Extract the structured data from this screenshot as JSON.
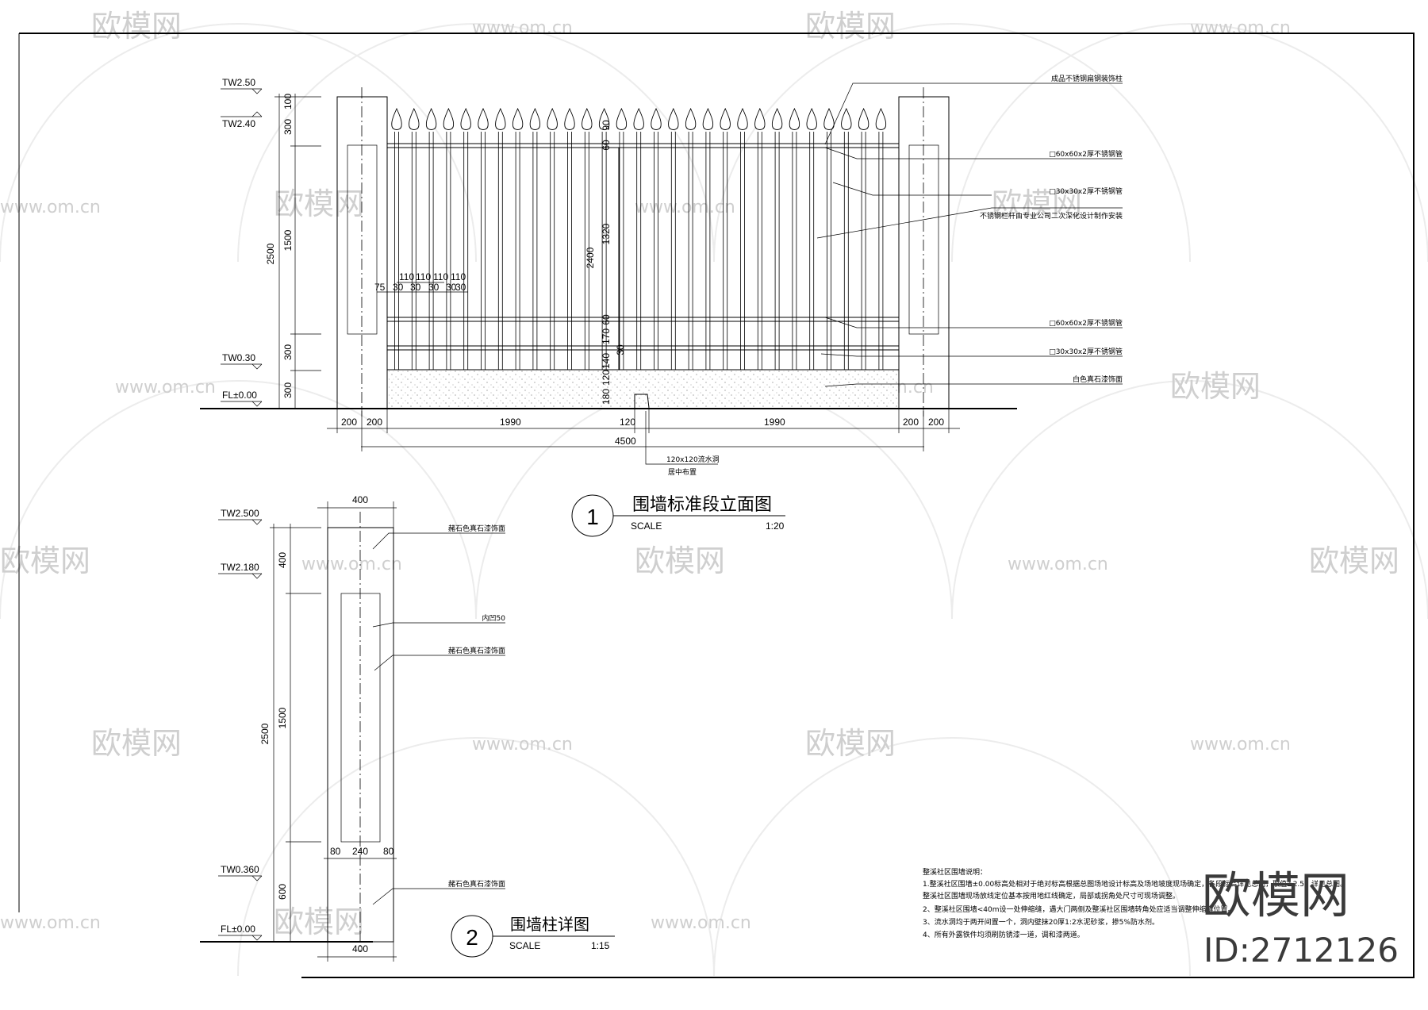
{
  "drawing1": {
    "levels": [
      "TW2.50",
      "TW2.40",
      "TW0.30",
      "FL±0.00"
    ],
    "vdims_outer": "2500",
    "vdims_inner": [
      "100",
      "300",
      "1500",
      "300",
      "300"
    ],
    "center_dims": [
      "90",
      "60",
      "1320",
      "2400",
      "60",
      "170",
      "30",
      "140",
      "120",
      "180"
    ],
    "hdims": [
      "200",
      "200",
      "1990",
      "120",
      "1990",
      "200",
      "200"
    ],
    "total": "4500",
    "bar_dims_top": [
      "110",
      "110",
      "110",
      "110"
    ],
    "bar_dims_bottom": [
      "75",
      "30",
      "30",
      "30",
      "30",
      "30"
    ],
    "drain_note_1": "120x120流水洞",
    "drain_note_2": "居中布置",
    "labels": [
      "成品不锈钢扁钢装饰柱",
      "□60x60x2厚不锈钢管",
      "□30x30x2厚不锈钢管",
      "不锈钢栏杆由专业公司二次深化设计制作安装",
      "□60x60x2厚不锈钢管",
      "□30x30x2厚不锈钢管",
      "白色真石漆饰面"
    ],
    "title": "围墙标准段立面图",
    "number": "1",
    "scale_label": "SCALE",
    "scale_value": "1:20"
  },
  "drawing2": {
    "levels": [
      "TW2.500",
      "TW2.180",
      "TW0.360",
      "FL±0.00"
    ],
    "top_dim": "400",
    "bottom_dim": "400",
    "vdim_outer": "2500",
    "vdim_inner": [
      "400",
      "1500",
      "600"
    ],
    "hdims": [
      "80",
      "240",
      "80"
    ],
    "labels": [
      "赭石色真石漆饰面",
      "内凹50",
      "赭石色真石漆饰面",
      "赭石色真石漆饰面"
    ],
    "title": "围墙柱详图",
    "number": "2",
    "scale_label": "SCALE",
    "scale_value": "1:15"
  },
  "notes": {
    "heading": "整溪社区围墙说明：",
    "lines": [
      "1.整溪社区围墙±0.00标高处相对于绝对标高根据总图场地设计标高及场地坡度现场确定，各段标高详见总图，取值±2.5，详见总图。",
      "   整溪社区围墙现场放线定位基本按用地红线确定，局部或拐角处尺寸可现场调整。",
      "2、整溪社区围墙<40m设一处伸缩缝，遇大门两侧及整溪社区围墙转角处应适当调整伸缩缝位置。",
      "3、流水洞均于两开间置一个，洞内壁抹20厚1:2水泥砂浆，掺5%防水剂。",
      "4、所有外露铁件均须刷防锈漆一道，调和漆两道。"
    ]
  },
  "watermark": {
    "brand": "欧模网",
    "site": "www.om.cn",
    "id": "ID:2712126"
  }
}
